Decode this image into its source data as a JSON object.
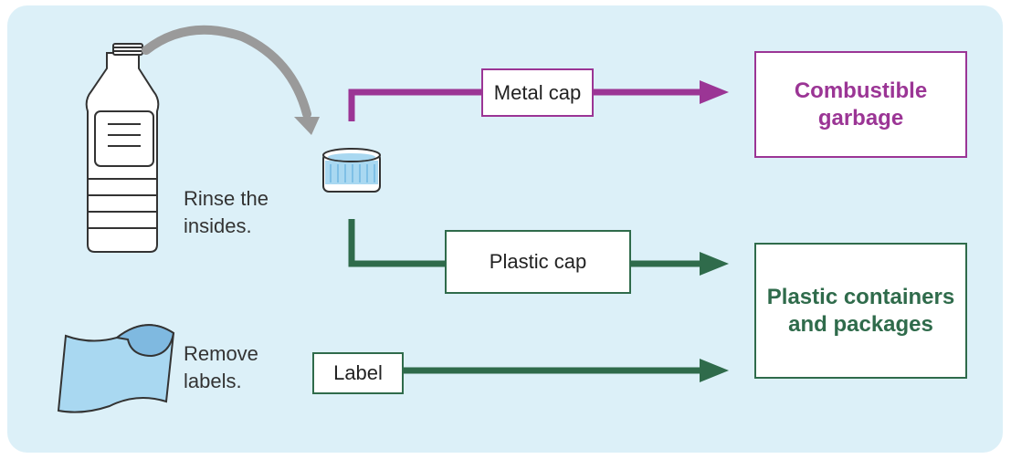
{
  "notes": {
    "rinse": "Rinse the insides.",
    "remove": "Remove labels."
  },
  "labels": {
    "metal_cap": "Metal cap",
    "plastic_cap": "Plastic cap",
    "label": "Label"
  },
  "destinations": {
    "combustible": "Combustible garbage",
    "plastic": "Plastic containers and packages"
  },
  "colors": {
    "background": "#dcf0f8",
    "purple": "#9b3595",
    "green": "#2f6b4b",
    "curve_arrow": "#9a9a9a",
    "light_blue": "#a9d8f1"
  },
  "icons": [
    "bottle-icon",
    "cap-icon",
    "label-sheet-icon"
  ]
}
